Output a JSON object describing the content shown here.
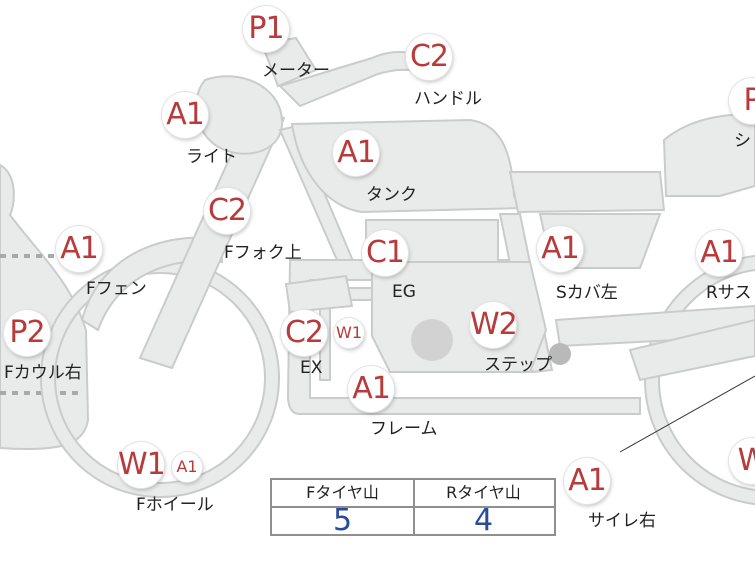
{
  "badges": [
    {
      "id": "p1-meter",
      "code": "P1"
    },
    {
      "id": "c2-handle",
      "code": "C2"
    },
    {
      "id": "a1-light",
      "code": "A1"
    },
    {
      "id": "a1-tank",
      "code": "A1"
    },
    {
      "id": "c2-ffork",
      "code": "C2"
    },
    {
      "id": "a1-ffender",
      "code": "A1"
    },
    {
      "id": "c1-eg",
      "code": "C1"
    },
    {
      "id": "a1-scover",
      "code": "A1"
    },
    {
      "id": "a1-rsus",
      "code": "A1"
    },
    {
      "id": "p2-fcowl",
      "code": "P2"
    },
    {
      "id": "c2-ex",
      "code": "C2"
    },
    {
      "id": "w1-ex",
      "code": "W1"
    },
    {
      "id": "w2-step",
      "code": "W2"
    },
    {
      "id": "a1-frame",
      "code": "A1"
    },
    {
      "id": "w1-fwheel",
      "code": "W1"
    },
    {
      "id": "a1-fwheel",
      "code": "A1"
    },
    {
      "id": "a1-side",
      "code": "A1"
    },
    {
      "id": "p-seat",
      "code": "P"
    },
    {
      "id": "w-rwheel",
      "code": "W"
    }
  ],
  "labels": {
    "meter": "メーター",
    "handle": "ハンドル",
    "light": "ライト",
    "tank": "タンク",
    "ffork": "Fフォク上",
    "ffender": "Fフェン",
    "eg": "EG",
    "scover": "Sカバ左",
    "rsus": "Rサス",
    "fcowl": "Fカウル右",
    "ex": "EX",
    "step": "ステップ",
    "frame": "フレーム",
    "fwheel": "Fホイール",
    "side": "サイレ右",
    "seat": "シ"
  },
  "tire_table": {
    "headers": [
      "Fタイヤ山",
      "Rタイヤ山"
    ],
    "values": [
      "5",
      "4"
    ]
  },
  "colors": {
    "badge_text": "#b83a3a",
    "value_text": "#2a4a9a",
    "part_fill": "#e9ebea"
  }
}
